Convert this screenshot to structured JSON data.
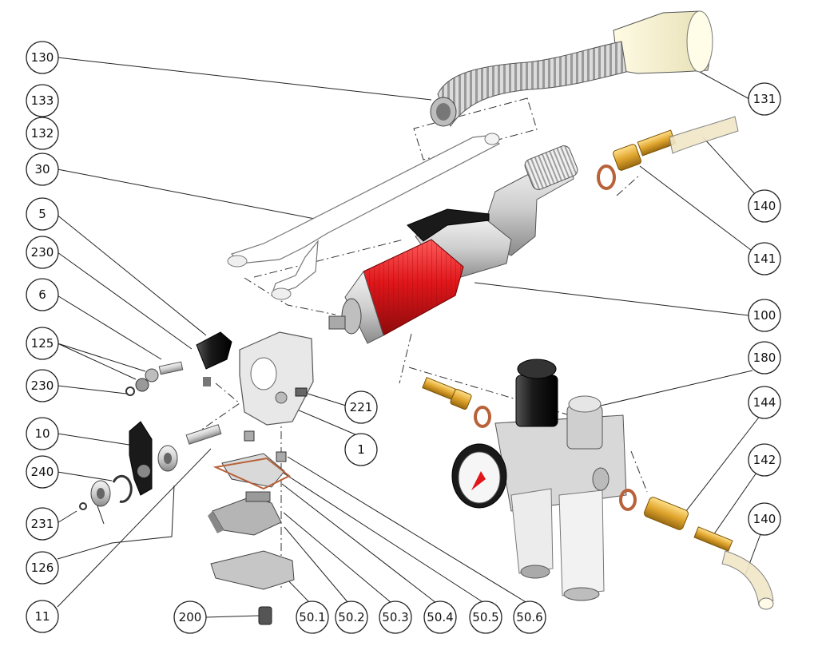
{
  "callouts": {
    "c130": "130",
    "c133": "133",
    "c132": "132",
    "c30": "30",
    "c5": "5",
    "c230a": "230",
    "c6": "6",
    "c125": "125",
    "c230b": "230",
    "c10": "10",
    "c240": "240",
    "c231": "231",
    "c126": "126",
    "c11": "11",
    "c200": "200",
    "c50_1": "50.1",
    "c50_2": "50.2",
    "c50_3": "50.3",
    "c50_4": "50.4",
    "c50_5": "50.5",
    "c50_6": "50.6",
    "c1": "1",
    "c221": "221",
    "c100": "100",
    "c131": "131",
    "c140a": "140",
    "c141": "141",
    "c180": "180",
    "c144": "144",
    "c142": "142",
    "c140b": "140"
  },
  "colors": {
    "red": "#e0161a",
    "cream": "#f4f0d2",
    "steel": "#d3d3d3",
    "dark": "#1a1a1a",
    "brass": "#e0a52e",
    "copper": "#b8623a",
    "hose": "#f1e7c8"
  }
}
